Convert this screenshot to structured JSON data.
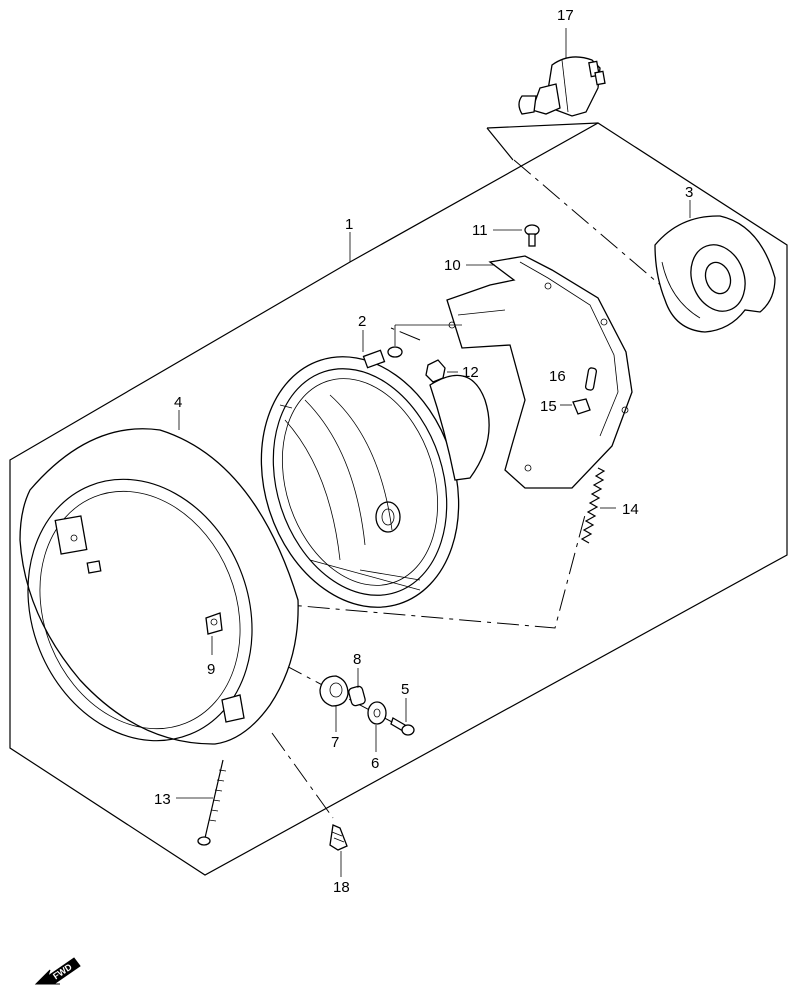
{
  "callouts": {
    "c1": "1",
    "c2": "2",
    "c3": "3",
    "c4": "4",
    "c5": "5",
    "c6": "6",
    "c7": "7",
    "c8": "8",
    "c9": "9",
    "c10": "10",
    "c11": "11",
    "c12": "12",
    "c13": "13",
    "c14": "14",
    "c15": "15",
    "c16": "16",
    "c17": "17",
    "c18": "18"
  },
  "fwd_label": "FWD"
}
